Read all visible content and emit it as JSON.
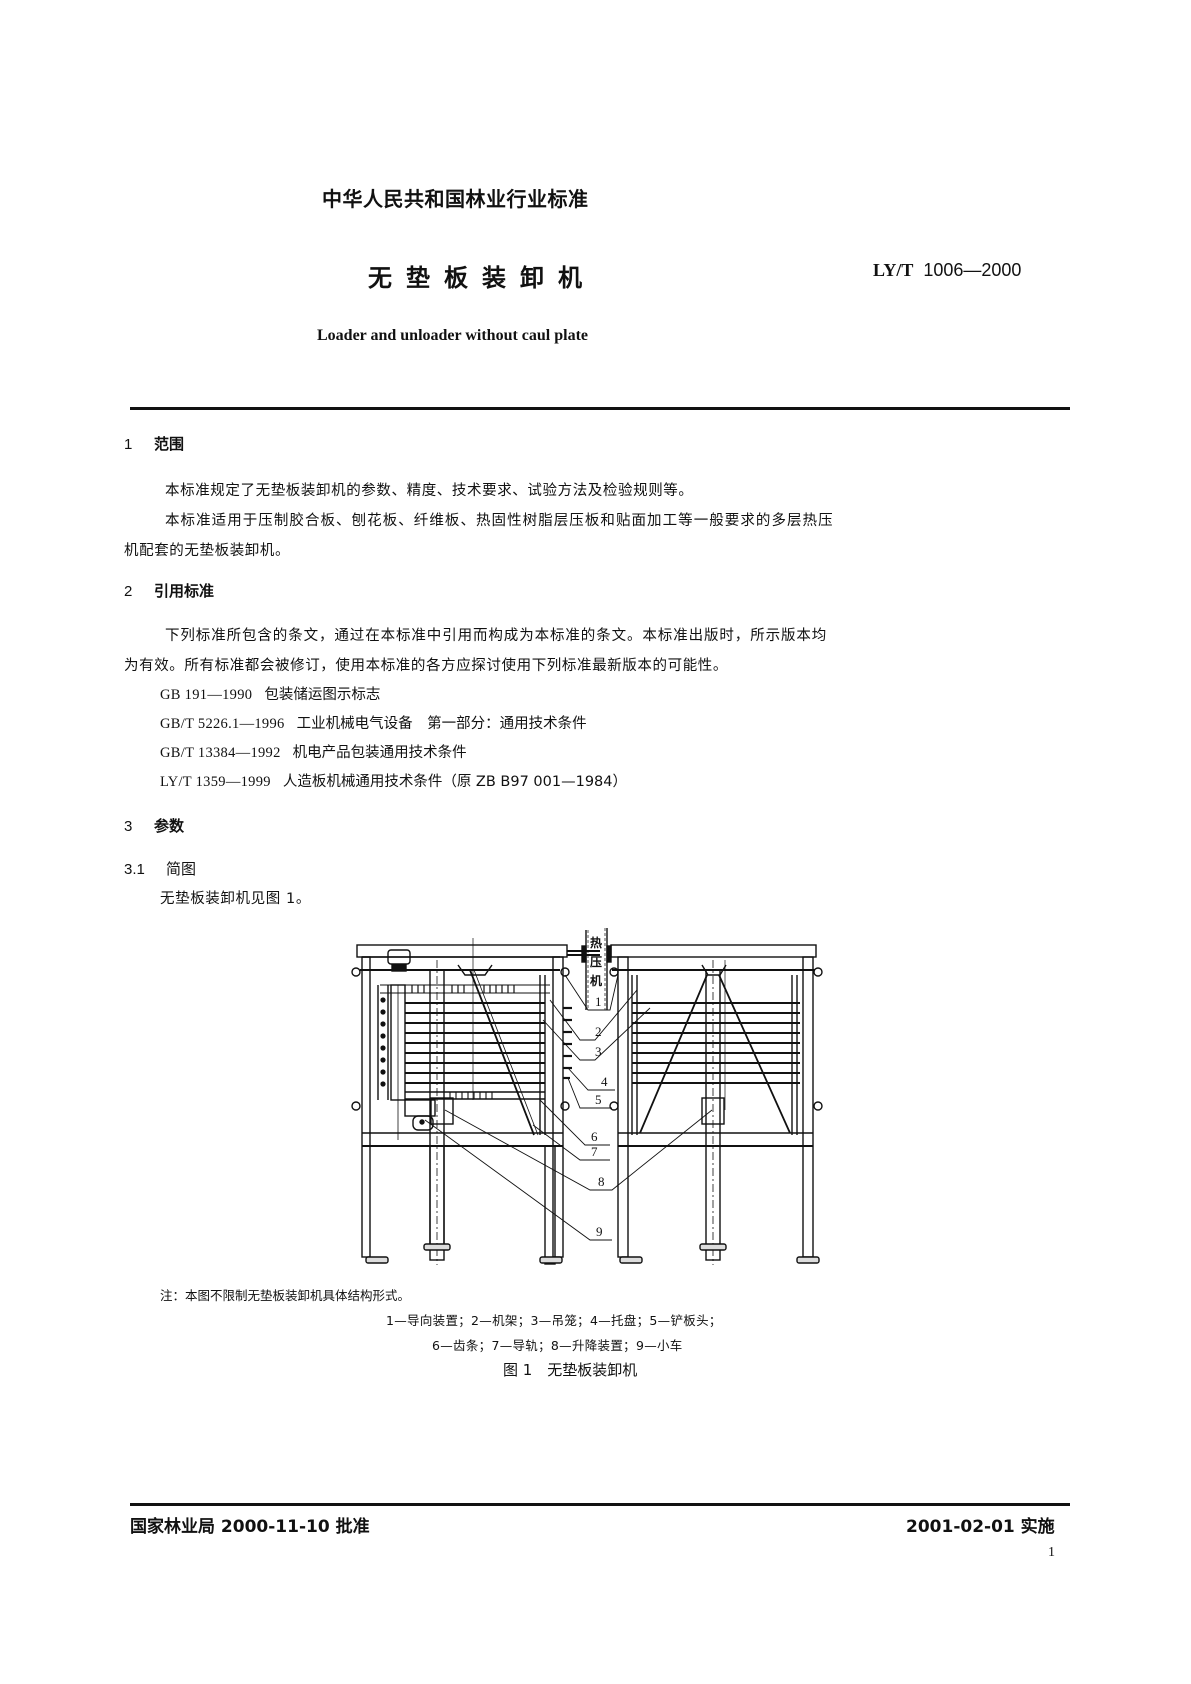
{
  "header": {
    "agency": "中华人民共和国林业行业标准",
    "title_cn": "无垫板装卸机",
    "std_prefix": "LY/T",
    "std_number": "1006—2000",
    "title_en": "Loader and unloader without caul plate"
  },
  "sections": {
    "s1": {
      "number": "1",
      "title": "范围",
      "paragraphs": [
        "本标准规定了无垫板装卸机的参数、精度、技术要求、试验方法及检验规则等。",
        "本标准适用于压制胶合板、刨花板、纤维板、热固性树脂层压板和贴面加工等一般要求的多层热压",
        "机配套的无垫板装卸机。"
      ]
    },
    "s2": {
      "number": "2",
      "title": "引用标准",
      "paragraphs": [
        "下列标准所包含的条文，通过在本标准中引用而构成为本标准的条文。本标准出版时，所示版本均",
        "为有效。所有标准都会被修订，使用本标准的各方应探讨使用下列标准最新版本的可能性。"
      ],
      "references": [
        {
          "code": "GB 191—1990",
          "title": "包装储运图示标志"
        },
        {
          "code": "GB/T 5226.1—1996",
          "title": "工业机械电气设备　第一部分：通用技术条件"
        },
        {
          "code": "GB/T 13384—1992",
          "title": "机电产品包装通用技术条件"
        },
        {
          "code": "LY/T 1359—1999",
          "title": "人造板机械通用技术条件（原 ZB B97 001—1984）"
        }
      ]
    },
    "s3": {
      "number": "3",
      "title": "参数",
      "sub1": {
        "number": "3.1",
        "title": "简图",
        "text": "无垫板装卸机见图 1。"
      }
    }
  },
  "figure": {
    "press_label": [
      "热",
      "压",
      "机"
    ],
    "callouts": [
      "1",
      "2",
      "3",
      "4",
      "5",
      "6",
      "7",
      "8",
      "9"
    ],
    "note": "注：本图不限制无垫板装卸机具体结构形式。",
    "legend_line1": "1—导向装置；2—机架；3—吊笼；4—托盘；5—铲板头；",
    "legend_line2": "6—齿条；7—导轨；8—升降装置；9—小车",
    "caption": "图 1　无垫板装卸机"
  },
  "footer": {
    "approved": "国家林业局 2000-11-10 批准",
    "implemented": "2001-02-01 实施",
    "page": "1"
  }
}
